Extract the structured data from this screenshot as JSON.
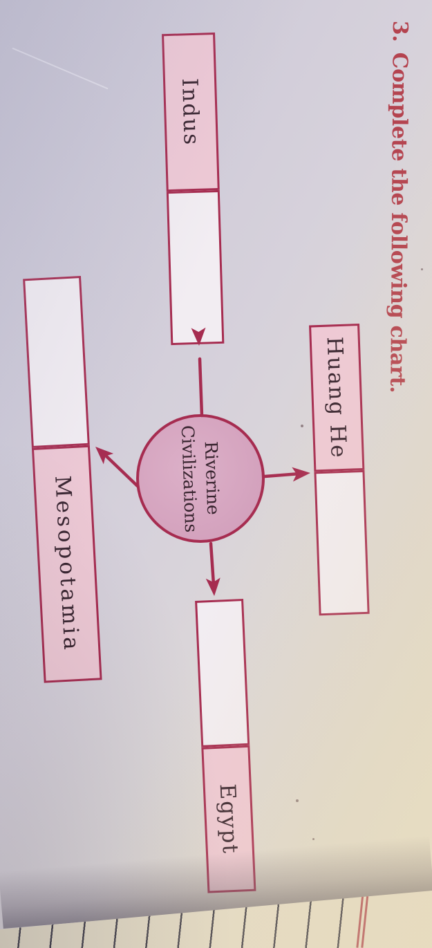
{
  "header": {
    "question_number": "3.",
    "title": "Complete the following chart."
  },
  "diagram": {
    "center": {
      "label": "Riverine Civilizations",
      "line1": "Riverine",
      "line2": "Civilizations"
    },
    "nodes": [
      {
        "id": "huang-he",
        "label": "Huang He",
        "answer": ""
      },
      {
        "id": "indus",
        "label": "Indus",
        "answer": ""
      },
      {
        "id": "mesopotamia",
        "label": "Mesopotamia",
        "answer": ""
      },
      {
        "id": "egypt",
        "label": "Egypt",
        "answer": ""
      }
    ]
  },
  "colors": {
    "title_color": "#b4434f",
    "box_border": "#a62c50",
    "label_box_fill": "#eec9d5",
    "answer_box_fill": "#f2edf2",
    "circle_fill": "#d5a4bf",
    "label_text_color": "#38242f",
    "notebook_bg": "#e4dcc8",
    "rule_line_color": "#45434e",
    "margin_line_color": "#b4565e"
  }
}
